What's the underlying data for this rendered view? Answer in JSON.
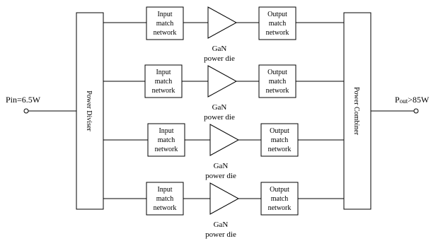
{
  "input_label": "Pin=6.5W",
  "output_label_main": "P",
  "output_label_sub": "out",
  "output_label_rest": ">85W",
  "divider_label": "Power Diviser",
  "combiner_label": "Power Combiner",
  "branches": [
    {
      "input_box": [
        "Input",
        "match",
        "network"
      ],
      "die_label": [
        "GaN",
        "power die"
      ],
      "output_box": [
        "Output",
        "match",
        "network"
      ]
    },
    {
      "input_box": [
        "Input",
        "match",
        "network"
      ],
      "die_label": [
        "GaN",
        "power die"
      ],
      "output_box": [
        "Output",
        "match",
        "network"
      ]
    },
    {
      "input_box": [
        "Input",
        "match",
        "network"
      ],
      "die_label": [
        "GaN",
        "power die"
      ],
      "output_box": [
        "Output",
        "match",
        "network"
      ]
    },
    {
      "input_box": [
        "Input",
        "match",
        "network"
      ],
      "die_label": [
        "GaN",
        "power die"
      ],
      "output_box": [
        "Output",
        "match",
        "network"
      ]
    }
  ]
}
